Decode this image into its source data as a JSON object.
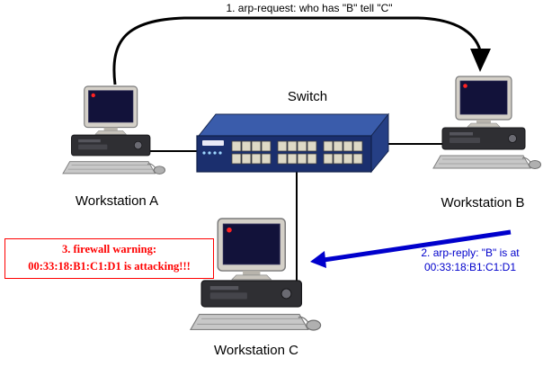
{
  "diagram": {
    "arp_request_label": "1. arp-request: who has \"B\" tell \"C\"",
    "switch_label": "Switch",
    "workstation_a_label": "Workstation A",
    "workstation_b_label": "Workstation B",
    "workstation_c_label": "Workstation C",
    "firewall_warning": {
      "line1": "3. firewall warning:",
      "line2": "00:33:18:B1:C1:D1 is attacking!!!"
    },
    "arp_reply": {
      "line1": "2. arp-reply: \"B\" is at",
      "line2": "00:33:18:B1:C1:D1"
    },
    "colors": {
      "warning_red": "#ff0000",
      "reply_blue": "#0000cc",
      "arrow_black": "#000000",
      "switch_blue": "#1b2f6e"
    }
  }
}
